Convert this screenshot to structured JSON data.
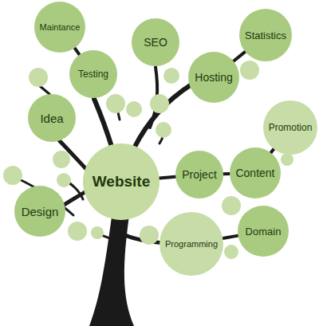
{
  "diagram": {
    "nodes": [
      {
        "text": [
          "Maintance"
        ]
      },
      {
        "text": [
          "SEO"
        ]
      },
      {
        "text": [
          "Statistics"
        ]
      },
      {
        "text": [
          "Testing"
        ]
      },
      {
        "text": [
          "Hosting"
        ]
      },
      {
        "text": [
          "Idea"
        ]
      },
      {
        "text": [
          "Promotion"
        ]
      },
      {
        "text": [
          "Website"
        ]
      },
      {
        "text": [
          "Project"
        ]
      },
      {
        "text": [
          "Content"
        ]
      },
      {
        "text": [
          "Design"
        ]
      },
      {
        "text": [
          "Domain"
        ]
      },
      {
        "text": [
          "Programming"
        ]
      }
    ],
    "edges": [
      {
        "from": 7,
        "to": 8,
        "arrow": "none"
      },
      {
        "from": 8,
        "to": 9,
        "arrow": "none"
      },
      {
        "from": 9,
        "to": 6,
        "arrow": "none"
      },
      {
        "from": 4,
        "to": 2,
        "arrow": "none"
      },
      {
        "from": 3,
        "to": 0,
        "arrow": "none"
      },
      {
        "from": 12,
        "to": 11,
        "arrow": "none"
      }
    ]
  }
}
